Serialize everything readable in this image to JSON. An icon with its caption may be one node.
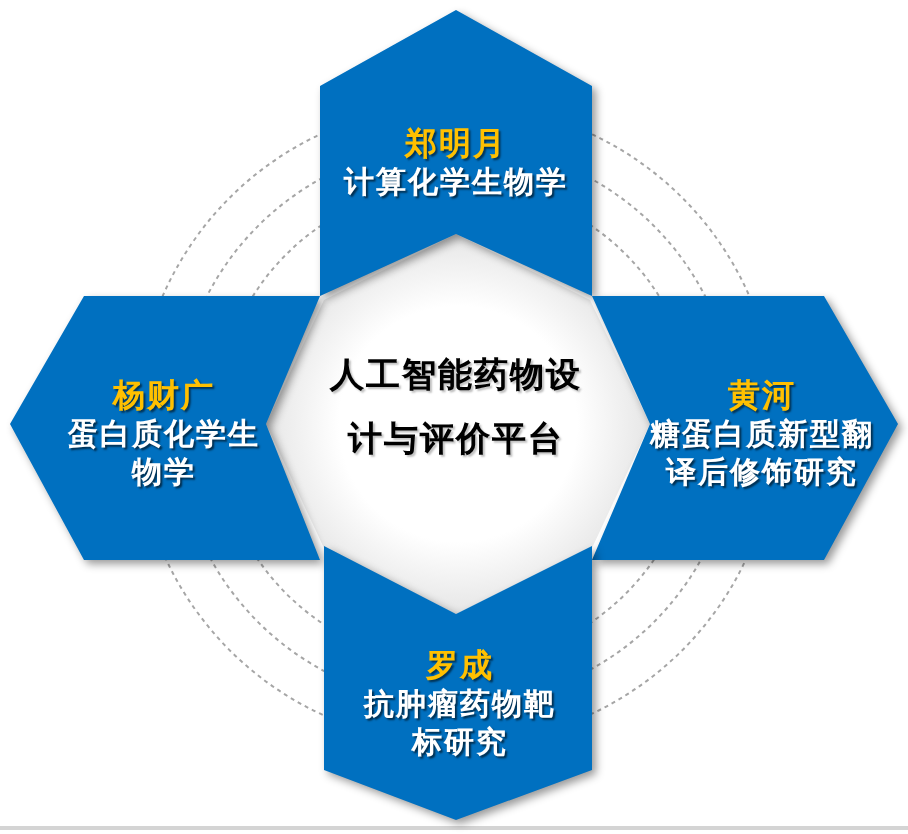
{
  "diagram": {
    "nodes": [
      {
        "text": [
          "郑明月",
          "计算化学生物学"
        ]
      },
      {
        "text": [
          "杨财广",
          "蛋白质化学生物学"
        ]
      },
      {
        "text": [
          "人工智能药物设计与评价平台"
        ]
      },
      {
        "text": [
          "黄河",
          "糖蛋白质新型翻译后修饰研究"
        ]
      },
      {
        "text": [
          "罗成",
          "抗肿瘤药物靶标研究"
        ]
      }
    ]
  }
}
